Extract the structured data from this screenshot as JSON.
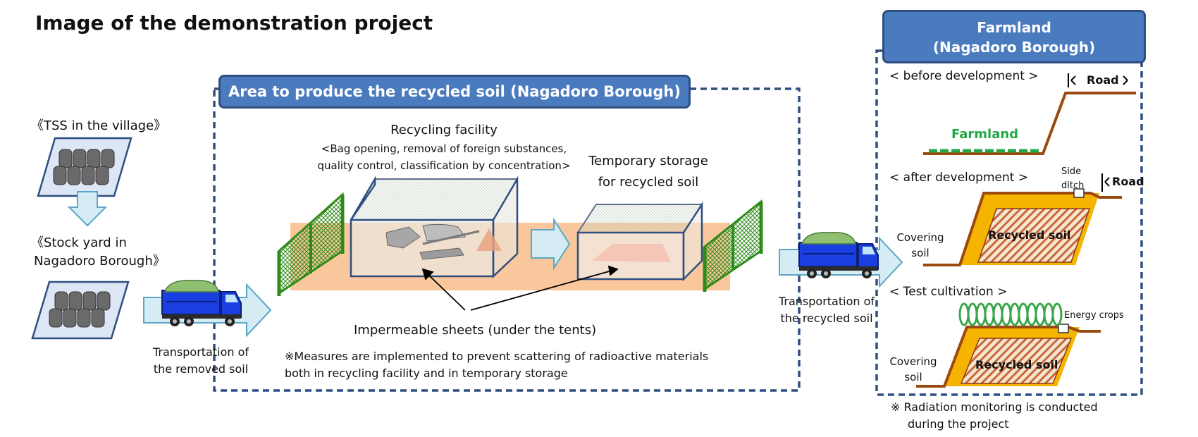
{
  "page": {
    "title": "Image of the demonstration project"
  },
  "headers": {
    "area": "Area to produce the recycled soil (Nagadoro Borough)",
    "farmland_line1": "Farmland",
    "farmland_line2": "(Nagadoro Borough)"
  },
  "left": {
    "tss_label": "《TSS in the village》",
    "stockyard_line1": "《Stock yard in",
    "stockyard_line2": "Nagadoro Borough》",
    "transport_removed_line1": "Transportation of",
    "transport_removed_line2": "the removed soil"
  },
  "center": {
    "recycling_title": "Recycling facility",
    "recycling_desc_line1": "<Bag opening, removal of foreign substances,",
    "recycling_desc_line2": "quality control, classification by concentration>",
    "storage_line1": "Temporary storage",
    "storage_line2": "for recycled soil",
    "sheets_label": "Impermeable sheets (under the tents)",
    "note_line1": "※Measures are implemented to prevent scattering of radioactive materials",
    "note_line2": "both in recycling facility and in temporary storage",
    "transport_recycled_line1": "Transportation of",
    "transport_recycled_line2": "the recycled soil"
  },
  "farmland": {
    "before_label": "< before development >",
    "road_label": "Road",
    "farmland_label": "Farmland",
    "after_label": "< after development >",
    "side_ditch_line1": "Side",
    "side_ditch_line2": "ditch",
    "covering_soil_line1": "Covering",
    "covering_soil_line2": "soil",
    "recycled_soil_label": "Recycled soil",
    "test_label": "< Test cultivation >",
    "energy_crops_label": "Energy crops",
    "monitoring_line1": "※ Radiation monitoring is conducted",
    "monitoring_line2": "during the project"
  },
  "colors": {
    "header_fill": "#4a7bbf",
    "dashed_border": "#2f4f80",
    "arrow_fill": "#d6ecf5",
    "arrow_stroke": "#5aa7c6",
    "ground": "#f9c79b",
    "fence": "#2e8b1a",
    "truck_blue": "#1a3fe0",
    "soil_load": "#8fbf70",
    "covering_soil": "#f6b400",
    "road": "#9a4a10",
    "crop": "#3aa64a"
  },
  "icons": [
    "truck-icon",
    "fence-icon",
    "tent-icon",
    "flow-arrow-icon",
    "bag-stack-icon",
    "side-ditch-icon",
    "crop-coil-icon"
  ]
}
